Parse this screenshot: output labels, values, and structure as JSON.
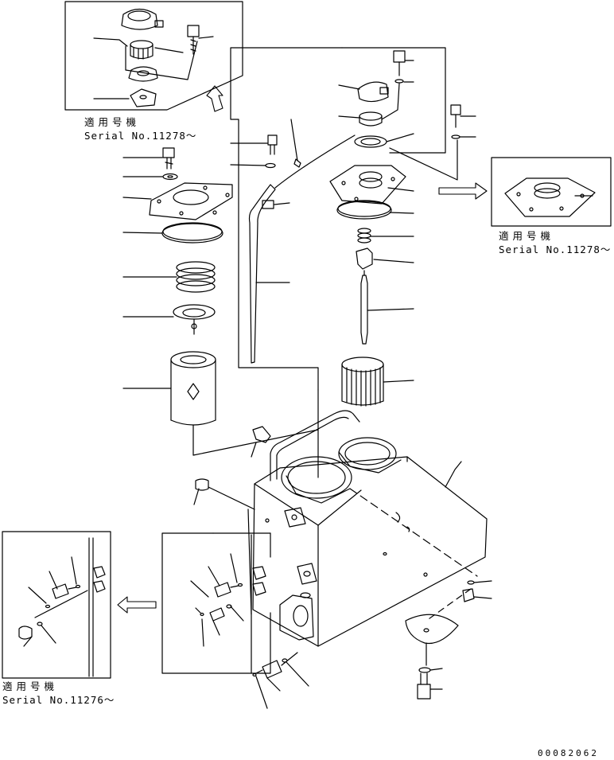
{
  "applicability_notes": [
    {
      "jp": "適用号機",
      "serial": "Serial No.11278～"
    },
    {
      "jp": "適用号機",
      "serial": "Serial No.11278～"
    },
    {
      "jp": "適用号機",
      "serial": "Serial No.11276～"
    }
  ],
  "drawing_number": "00082062"
}
